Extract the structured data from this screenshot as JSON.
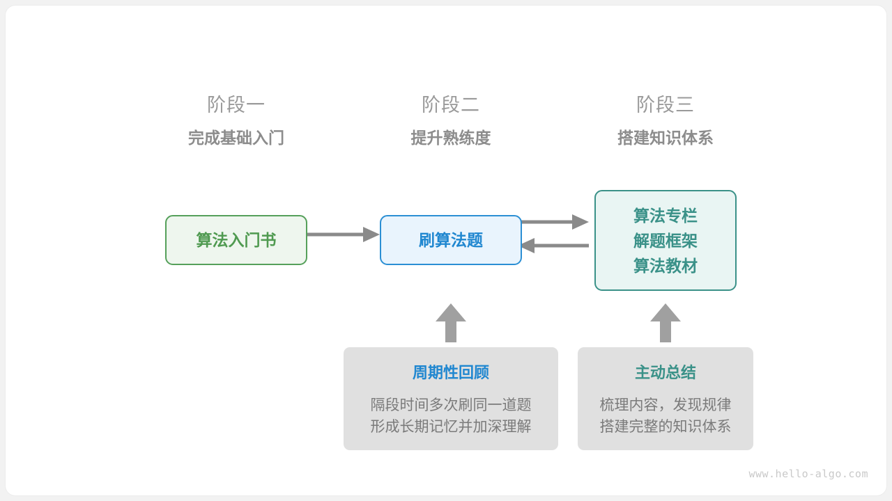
{
  "theme": {
    "page_background": "#ffffff",
    "card_background": "#ffffff",
    "green": "#4f9a50",
    "green_border": "#55a05a",
    "green_fill": "#eef6ee",
    "blue": "#2087d0",
    "blue_border": "#2b8fd4",
    "blue_fill": "#e9f4fd",
    "teal": "#3a9188",
    "teal_border": "#3a9188",
    "teal_fill": "#e9f5f3",
    "note_fill": "#e0e0e0",
    "arrow_gray": "#8a8a8a",
    "heading_gray": "#9a9a9a",
    "body_gray": "#7a7a7a",
    "watermark_gray": "#c9c9c9"
  },
  "phases": [
    {
      "number": "阶段一",
      "name": "完成基础入门"
    },
    {
      "number": "阶段二",
      "name": "提升熟练度"
    },
    {
      "number": "阶段三",
      "name": "搭建知识体系"
    }
  ],
  "nodes": {
    "book": {
      "lines": [
        "算法入门书"
      ]
    },
    "practice": {
      "lines": [
        "刷算法题"
      ]
    },
    "system": {
      "lines": [
        "算法专栏",
        "解题框架",
        "算法教材"
      ]
    }
  },
  "notes": [
    {
      "title": "周期性回顾",
      "body": [
        "隔段时间多次刷同一道题",
        "形成长期记忆并加深理解"
      ]
    },
    {
      "title": "主动总结",
      "body": [
        "梳理内容，发现规律",
        "搭建完整的知识体系"
      ]
    }
  ],
  "connectors": [
    {
      "name": "book-to-practice",
      "direction": "right"
    },
    {
      "name": "practice-to-system",
      "direction": "right"
    },
    {
      "name": "system-to-practice",
      "direction": "left"
    },
    {
      "name": "review-to-practice",
      "direction": "up"
    },
    {
      "name": "summary-to-system",
      "direction": "up"
    }
  ],
  "watermark": "www.hello-algo.com"
}
